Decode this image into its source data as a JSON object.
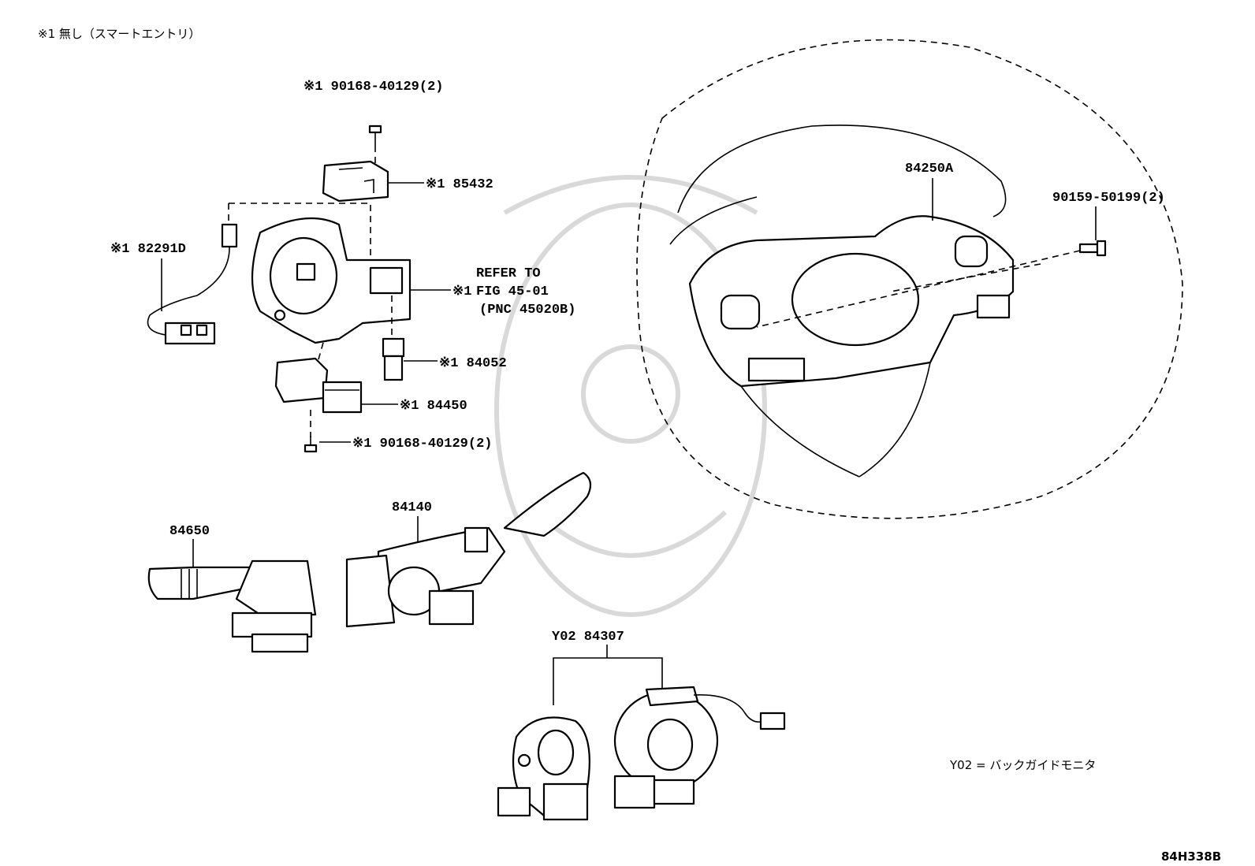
{
  "note_top": "※1  無し（スマートエントリ）",
  "note_y02": "Y02 = バックガイドモニタ",
  "figure_code": "84H338B",
  "labels": {
    "screw_top": "※1 90168-40129(2)",
    "p85432": "※1 85432",
    "p82291d": "※1 82291D",
    "refer_prefix": "※1",
    "refer_line1": "REFER TO",
    "refer_line2": "FIG 45-01",
    "refer_line3": "(PNC 45020B)",
    "p84052": "※1 84052",
    "p84450": "※1 84450",
    "screw_bottom": "※1 90168-40129(2)",
    "p84650": "84650",
    "p84140": "84140",
    "p84250a": "84250A",
    "p90159": "90159-50199(2)",
    "p84307": "Y02 84307"
  }
}
